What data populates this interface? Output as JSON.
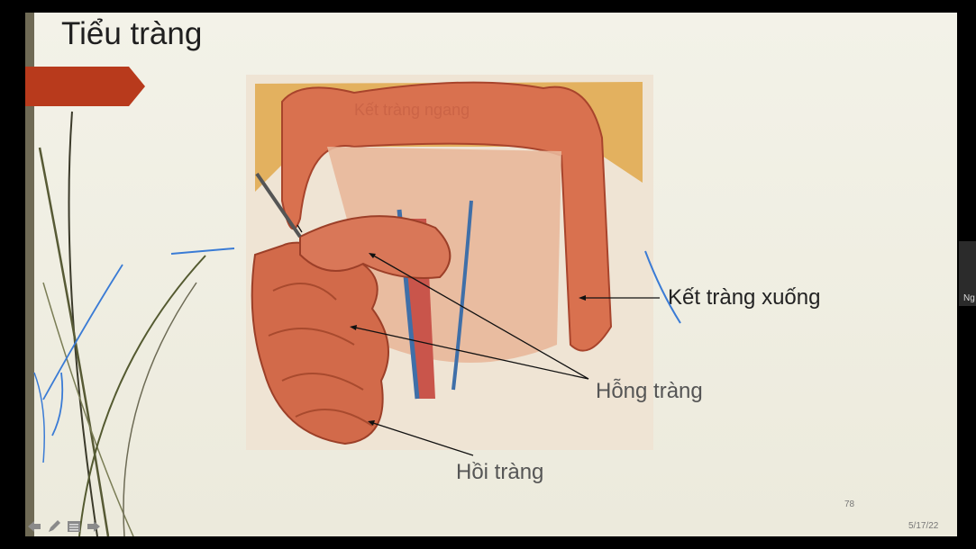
{
  "slide": {
    "title": "Tiểu tràng",
    "figure_watermark": "Kết tràng ngang",
    "labels": {
      "ket_trang_xuong": "Kết tràng xuống",
      "hong_trang": "Hỗng tràng",
      "hoi_trang": "Hồi tràng"
    },
    "page_number": "78",
    "date": "5/17/22"
  },
  "side_panel": {
    "text": "Ng"
  },
  "toolbar": {
    "icons": [
      "arrow-left-icon",
      "pen-icon",
      "menu-icon",
      "arrow-right-icon"
    ]
  },
  "colors": {
    "ribbon": "#b83a1c",
    "annotation": "#3a7bd5",
    "slide_bg": "#f0efe4",
    "intestine": "#d9714f"
  }
}
